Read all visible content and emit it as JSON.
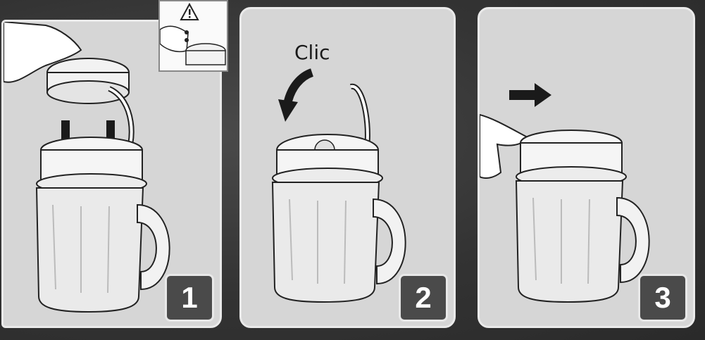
{
  "steps": [
    {
      "number": "1"
    },
    {
      "number": "2",
      "label": "Clic"
    },
    {
      "number": "3"
    }
  ],
  "colors": {
    "panel": "#d6d6d6",
    "badge": "#4a4a4a",
    "badge_text": "#ffffff"
  },
  "icons": [
    "warning-triangle-icon",
    "down-arrow-icon",
    "rotate-arrow-icon",
    "right-arrow-icon"
  ]
}
